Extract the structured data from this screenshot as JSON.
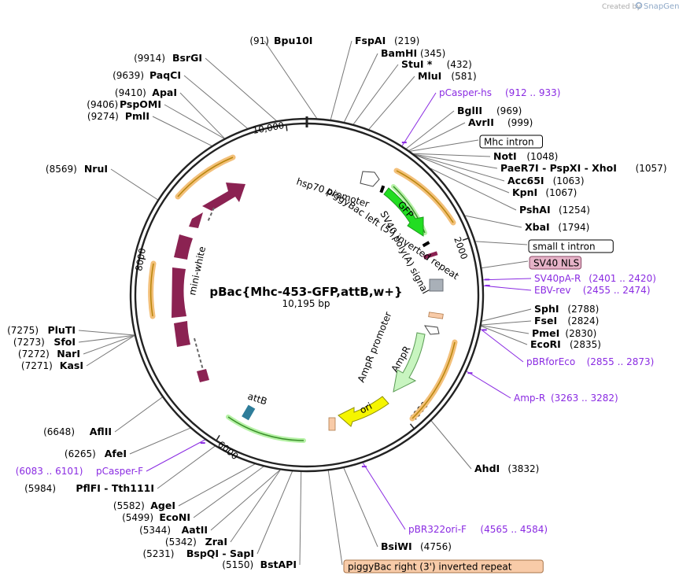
{
  "credit": {
    "prefix": "Created by",
    "brand": "SnapGene"
  },
  "plasmid": {
    "name": "pBac{Mhc-453-GFP,attB,w+}",
    "size_label": "10,195 bp",
    "length": 10195
  },
  "ruler": [
    {
      "bp": 2000,
      "label": "2000"
    },
    {
      "bp": 4000,
      "label": "4000"
    },
    {
      "bp": 6000,
      "label": "6000"
    },
    {
      "bp": 8000,
      "label": "8000"
    },
    {
      "bp": 10000,
      "label": "10,000"
    }
  ],
  "enzymes_right": [
    {
      "bp": 91,
      "pos": "(91)",
      "name": "Bpu10I",
      "order": "pos-first"
    },
    {
      "bp": 219,
      "name": "FspAI",
      "pos": "(219)"
    },
    {
      "bp": 345,
      "name": "BamHI",
      "pos": "(345)"
    },
    {
      "bp": 432,
      "name": "StuI *",
      "pos": "(432)"
    },
    {
      "bp": 581,
      "name": "MluI",
      "pos": "(581)"
    },
    {
      "bp": 969,
      "name": "BglII",
      "pos": "(969)"
    },
    {
      "bp": 999,
      "name": "AvrII",
      "pos": "(999)"
    },
    {
      "bp": 1048,
      "name": "NotI",
      "pos": "(1048)"
    },
    {
      "bp": 1057,
      "name": "PaeR7I - PspXI - XhoI",
      "pos": "(1057)"
    },
    {
      "bp": 1063,
      "name": "Acc65I",
      "pos": "(1063)"
    },
    {
      "bp": 1067,
      "name": "KpnI",
      "pos": "(1067)"
    },
    {
      "bp": 1254,
      "name": "PshAI",
      "pos": "(1254)"
    },
    {
      "bp": 1794,
      "name": "XbaI",
      "pos": "(1794)"
    },
    {
      "bp": 2788,
      "name": "SphI",
      "pos": "(2788)"
    },
    {
      "bp": 2824,
      "name": "FseI",
      "pos": "(2824)"
    },
    {
      "bp": 2830,
      "name": "PmeI",
      "pos": "(2830)"
    },
    {
      "bp": 2835,
      "name": "EcoRI",
      "pos": "(2835)"
    },
    {
      "bp": 3832,
      "name": "AhdI",
      "pos": "(3832)"
    },
    {
      "bp": 4756,
      "name": "BsiWI",
      "pos": "(4756)"
    }
  ],
  "enzymes_left": [
    {
      "bp": 9914,
      "pos": "(9914)",
      "name": "BsrGI"
    },
    {
      "bp": 9639,
      "pos": "(9639)",
      "name": "PaqCI"
    },
    {
      "bp": 9410,
      "pos": "(9410)",
      "name": "ApaI"
    },
    {
      "bp": 9406,
      "pos": "(9406)",
      "name": "PspOMI"
    },
    {
      "bp": 9274,
      "pos": "(9274)",
      "name": "PmlI"
    },
    {
      "bp": 8569,
      "pos": "(8569)",
      "name": "NruI"
    },
    {
      "bp": 7275,
      "pos": "(7275)",
      "name": "PluTI"
    },
    {
      "bp": 7273,
      "pos": "(7273)",
      "name": "SfoI"
    },
    {
      "bp": 7272,
      "pos": "(7272)",
      "name": "NarI"
    },
    {
      "bp": 7271,
      "pos": "(7271)",
      "name": "KasI"
    },
    {
      "bp": 6648,
      "pos": "(6648)",
      "name": "AflII"
    },
    {
      "bp": 6265,
      "pos": "(6265)",
      "name": "AfeI"
    },
    {
      "bp": 5984,
      "pos": "(5984)",
      "name": "PflFI - Tth111I"
    },
    {
      "bp": 5582,
      "pos": "(5582)",
      "name": "AgeI"
    },
    {
      "bp": 5499,
      "pos": "(5499)",
      "name": "EcoNI"
    },
    {
      "bp": 5344,
      "pos": "(5344)",
      "name": "AatII"
    },
    {
      "bp": 5342,
      "pos": "(5342)",
      "name": "ZraI"
    },
    {
      "bp": 5231,
      "pos": "(5231)",
      "name": "BspQI - SapI"
    },
    {
      "bp": 5150,
      "pos": "(5150)",
      "name": "BstAPI"
    }
  ],
  "primers": [
    {
      "bp": 922,
      "name": "pCasper-hs",
      "range": "(912 .. 933)"
    },
    {
      "bp": 2410,
      "name": "SV40pA-R",
      "range": "(2401 .. 2420)"
    },
    {
      "bp": 2464,
      "name": "EBV-rev",
      "range": "(2455 .. 2474)"
    },
    {
      "bp": 2864,
      "name": "pBRforEco",
      "range": "(2855 .. 2873)"
    },
    {
      "bp": 3272,
      "name": "Amp-R",
      "range": "(3263 .. 3282)"
    },
    {
      "bp": 4574,
      "name": "pBR322ori-F",
      "range": "(4565 .. 4584)"
    },
    {
      "bp": 6092,
      "name": "pCasper-F",
      "range": "(6083 .. 6101)"
    }
  ],
  "boxed_features": [
    {
      "bp": 1010,
      "label": "Mhc intron",
      "style": "plain"
    },
    {
      "bp": 2050,
      "label": "small t intron",
      "style": "plain"
    },
    {
      "bp": 2300,
      "label": "SV40 NLS",
      "style": "pink"
    },
    {
      "bp": 4900,
      "label": "piggyBac right (3') inverted repeat",
      "style": "orange"
    }
  ],
  "map_features": [
    {
      "name": "hsp70 promoter",
      "label": "hsp70 promoter",
      "bp": 1000
    },
    {
      "name": "piggyBac left (5') inverted repeat",
      "label": "piggyBac left (5') inverted repeat",
      "bp": 1150
    },
    {
      "name": "GFP",
      "label": "GFP",
      "bp": 1500
    },
    {
      "name": "SV40 poly(A) signal",
      "label": "SV40 poly(A) signal",
      "bp": 2100
    },
    {
      "name": "AmpR promoter",
      "label": "AmpR promoter",
      "bp": 3100
    },
    {
      "name": "AmpR",
      "label": "AmpR",
      "bp": 3550
    },
    {
      "name": "ori",
      "label": "ori",
      "bp": 4300
    },
    {
      "name": "attB",
      "label": "attB",
      "bp": 6200
    },
    {
      "name": "mini-white",
      "label": "mini-white",
      "bp": 8500
    }
  ],
  "colors": {
    "backbone": "#222222",
    "gfp": "#22dd22",
    "ampr": "#c8f5c0",
    "ori": "#f5f500",
    "white": "#8b2252",
    "attb": "#2e7d9a",
    "orange_box": "#f8cba8",
    "pink_box": "#e6b3c8",
    "primer": "#8a2be2",
    "leader": "#777777"
  }
}
